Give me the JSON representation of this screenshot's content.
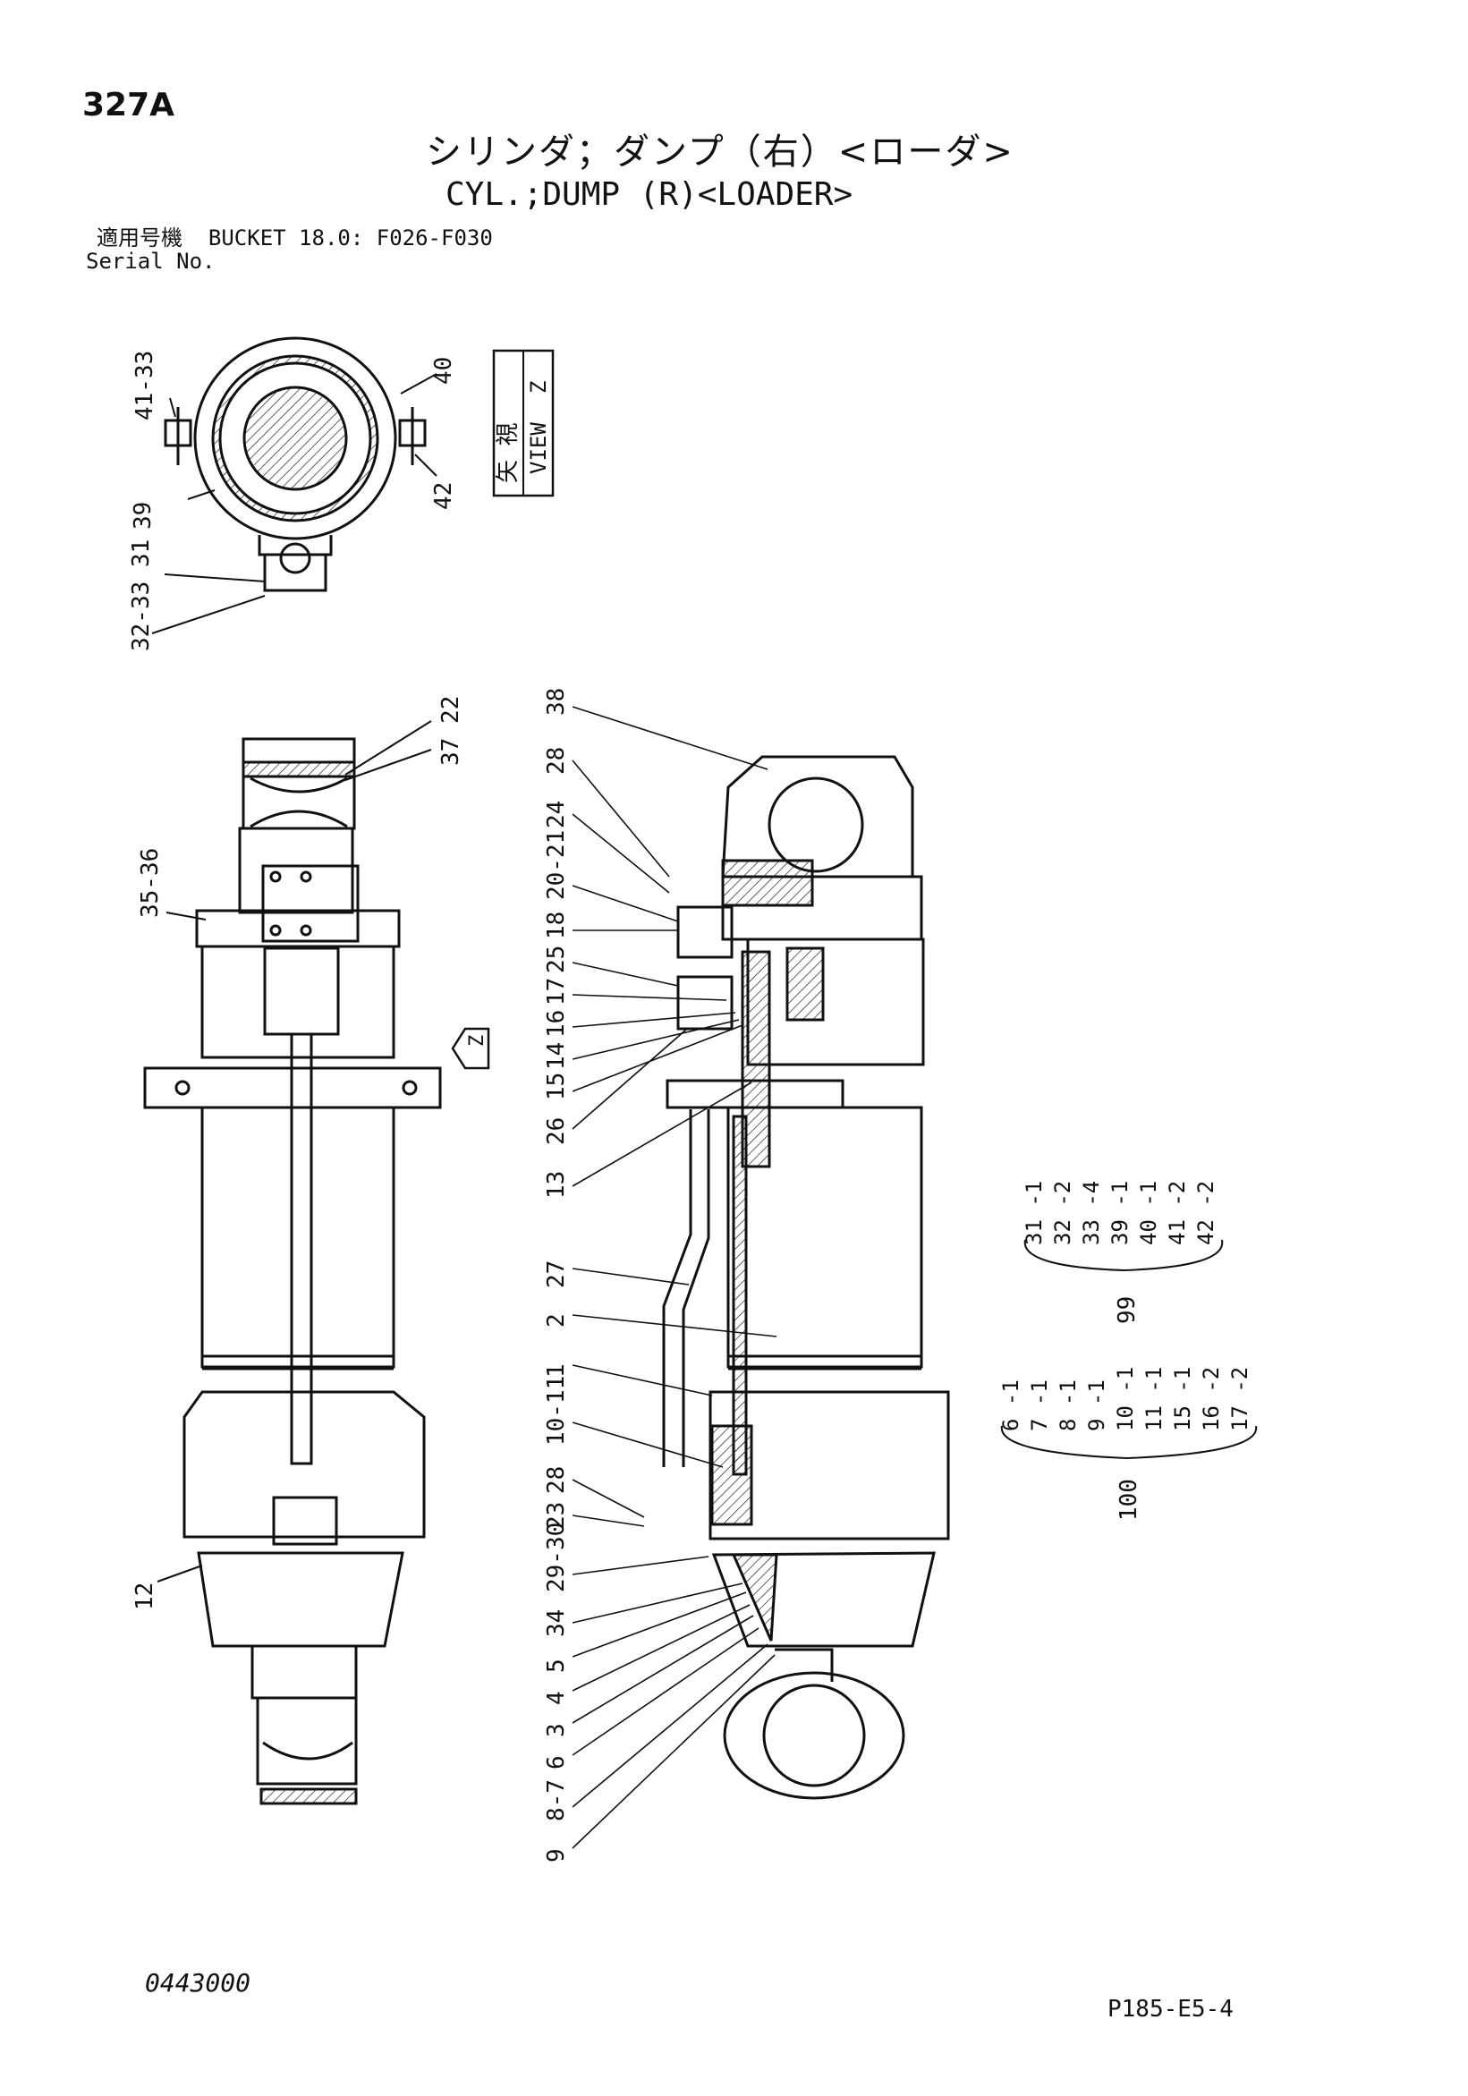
{
  "header": {
    "page_id": "327A",
    "title_jp": "シリンダ；ダンプ（右）<ローダ>",
    "title_en": "CYL.;DUMP (R)<LOADER>",
    "applicable_label": "適用号機",
    "applicable_value": "BUCKET 18.0: F026-F030",
    "serial_label": "Serial No."
  },
  "view_label": {
    "jp": "矢 視",
    "en": "VIEW",
    "letter": "Z"
  },
  "view_arrow_letter": "Z",
  "callouts_top": [
    "41-33",
    "40",
    "39",
    "42",
    "32-33 31"
  ],
  "callouts_left": [
    "37 22",
    "35-36",
    "12"
  ],
  "callouts_right": [
    "38",
    "28",
    "24",
    "20-21",
    "18",
    "25",
    "17",
    "16",
    "14",
    "15",
    "26",
    "13",
    "27",
    "2",
    "1",
    "10-11",
    "28",
    "23",
    "29-30",
    "34",
    "5",
    "4",
    "3",
    "6",
    "8-7",
    "9"
  ],
  "group_99": {
    "number": "99",
    "items": [
      "31 -1",
      "32 -2",
      "33 -4",
      "39 -1",
      "40 -1",
      "41 -2",
      "42 -2"
    ]
  },
  "group_100": {
    "number": "100",
    "items": [
      "6 -1",
      "7 -1",
      "8 -1",
      "9 -1",
      "10 -1",
      "11 -1",
      "15 -1",
      "16 -2",
      "17 -2"
    ]
  },
  "footer": {
    "drawing_no": "0443000",
    "sheet_no": "P185-E5-4"
  }
}
